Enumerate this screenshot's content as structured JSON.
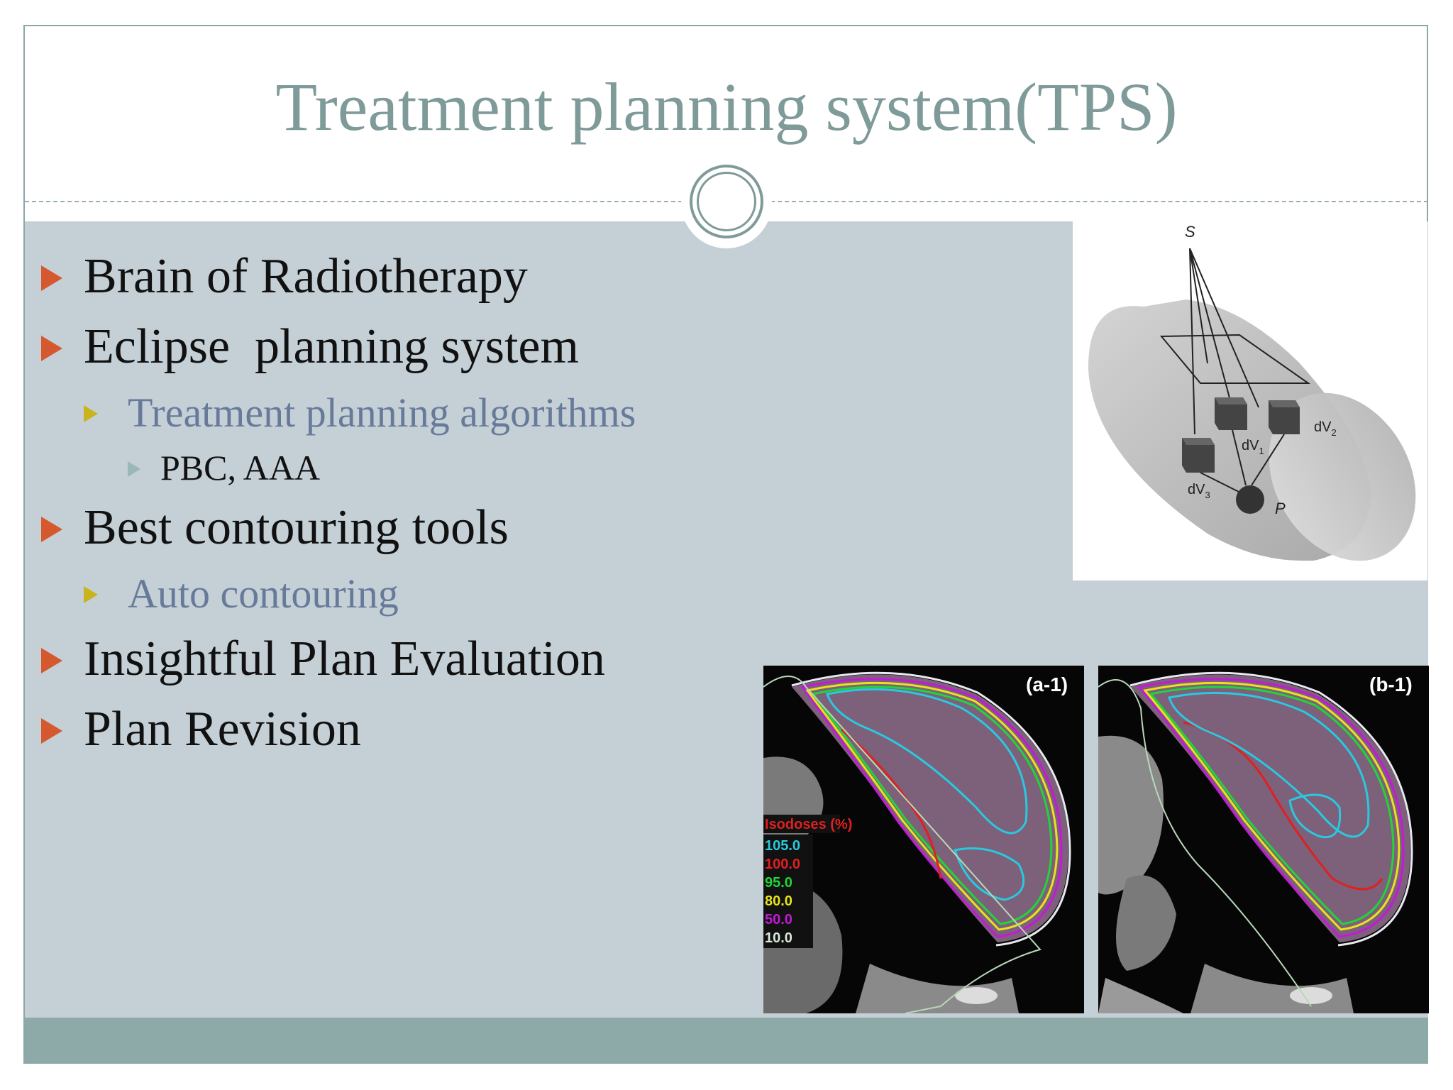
{
  "slide": {
    "title": "Treatment planning system(TPS)"
  },
  "bullets": [
    {
      "level": 1,
      "text": "Brain of Radiotherapy"
    },
    {
      "level": 1,
      "text": "Eclipse  planning system"
    },
    {
      "level": 2,
      "text": "Treatment planning algorithms"
    },
    {
      "level": 3,
      "text": "PBC, AAA"
    },
    {
      "level": 1,
      "text": "Best contouring tools"
    },
    {
      "level": 2,
      "text": "Auto contouring"
    },
    {
      "level": 1,
      "text": "Insightful Plan Evaluation"
    },
    {
      "level": 1,
      "text": "Plan Revision"
    }
  ],
  "diagram": {
    "source_label": "S",
    "point_label": "P",
    "voxel_labels": {
      "dv1": "dV",
      "dv1_sub": "1",
      "dv2": "dV",
      "dv2_sub": "2",
      "dv3": "dV",
      "dv3_sub": "3"
    }
  },
  "ct_images": {
    "panel_a_label": "(a-1)",
    "panel_b_label": "(b-1)",
    "isodose_title": "Isodoses (%)",
    "isodose_levels": [
      {
        "value": "105.0",
        "color": "#29c9e0"
      },
      {
        "value": "100.0",
        "color": "#e02020"
      },
      {
        "value": "95.0",
        "color": "#22d43a"
      },
      {
        "value": "80.0",
        "color": "#e8e21c"
      },
      {
        "value": "50.0",
        "color": "#c21ad8"
      },
      {
        "value": "10.0",
        "color": "#d8e8d8"
      }
    ]
  },
  "colors": {
    "title": "#7f9b99",
    "content_bg": "#c4d0d6",
    "footer": "#8daaa9",
    "bullet_l1": "#d6582e",
    "bullet_l2": "#c9b41d",
    "text_l2": "#687a9a"
  }
}
